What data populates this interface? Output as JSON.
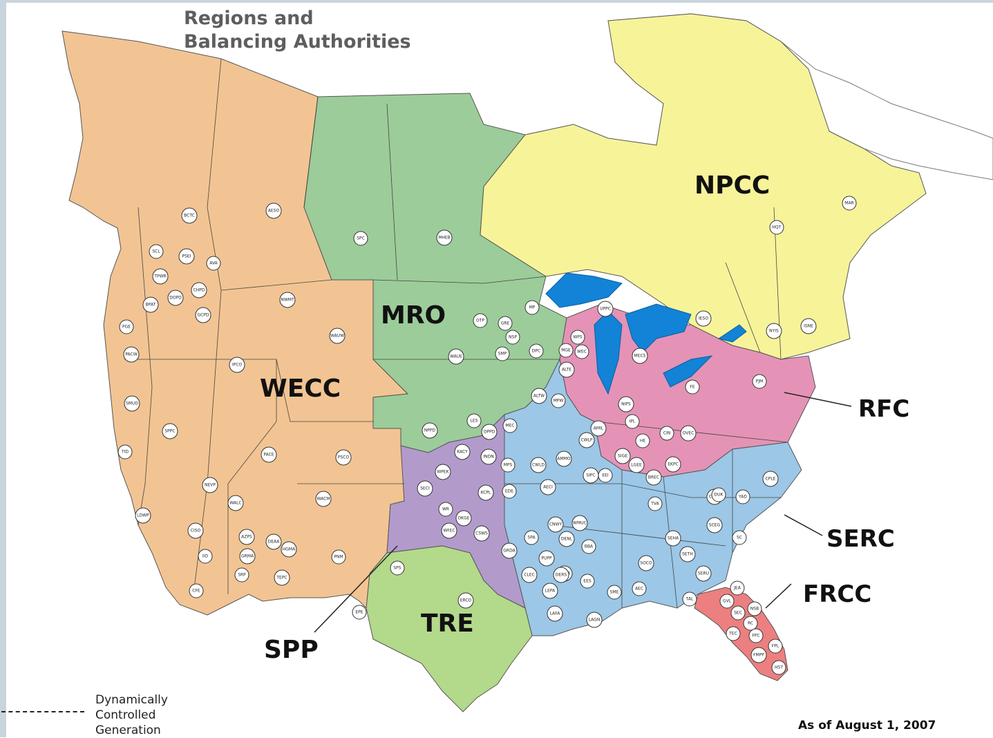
{
  "map": {
    "title_line1": "Regions and",
    "title_line2": "Balancing Authorities",
    "date_note": "As of August 1, 2007",
    "legend": {
      "line1": "Dynamically",
      "line2": "Controlled",
      "line3": "Generation"
    },
    "regions": [
      {
        "name": "WECC",
        "color": "#f2c493"
      },
      {
        "name": "MRO",
        "color": "#9ccc9a"
      },
      {
        "name": "NPCC",
        "color": "#f7f399"
      },
      {
        "name": "RFC",
        "color": "#e493b6"
      },
      {
        "name": "SERC",
        "color": "#9cc7e6"
      },
      {
        "name": "FRCC",
        "color": "#ec7f80"
      },
      {
        "name": "SPP",
        "color": "#b29bcb"
      },
      {
        "name": "TRE",
        "color": "#b3d98a"
      }
    ],
    "lakes_color": "#1283d6",
    "balancing_authorities": [
      "BCTC",
      "AESO",
      "SCL",
      "PSEI",
      "AVA",
      "TPWR",
      "CHPD",
      "DOPD",
      "BPAT",
      "GCPD",
      "NWMT",
      "PGE",
      "PACW",
      "WAUW",
      "IPCO",
      "SMUD",
      "SPPC",
      "TID",
      "PACE",
      "PSCO",
      "NEVP",
      "WALC",
      "LDWP",
      "CISO",
      "AZPS",
      "DEAA",
      "HGMA",
      "GRMA",
      "IID",
      "SRP",
      "TEPC",
      "WACM",
      "PNM",
      "CFE",
      "EPE",
      "SPC",
      "MHEB",
      "OTP",
      "GRE",
      "MP",
      "NSP",
      "WAUE",
      "SMP",
      "DPC",
      "WPS",
      "MGE",
      "WEC",
      "ALTE",
      "ALTW",
      "MPW",
      "LES",
      "OPPD",
      "MEC",
      "NPPD",
      "UPPC",
      "HQT",
      "MAR",
      "IESO",
      "NYIS",
      "ISNE",
      "MECS",
      "FE",
      "PJM",
      "NIPS",
      "IPL",
      "CIN",
      "OVEC",
      "HE",
      "SIGE",
      "LGEE",
      "EKPC",
      "KACY",
      "INDN",
      "WPEK",
      "MPS",
      "CWLD",
      "SECI",
      "KCPL",
      "EDE",
      "WR",
      "OKGE",
      "WFEC",
      "CSWS",
      "GRDA",
      "SPS",
      "AMIL",
      "CWLP",
      "AMMO",
      "SIPC",
      "EEI",
      "AECI",
      "BREC",
      "TVA",
      "CPLW",
      "DUK",
      "YAD",
      "CPLE",
      "SCEG",
      "SC",
      "SEHA",
      "SETH",
      "SOCO",
      "SERU",
      "CNWY",
      "WMUC",
      "DENL",
      "BBA",
      "SPA",
      "PUPP",
      "BUBA",
      "DERS",
      "CLEC",
      "EES",
      "SME",
      "AEC",
      "LEPA",
      "LAFA",
      "LAGN",
      "ERCO",
      "JEA",
      "TAL",
      "GVL",
      "SEC",
      "NSB",
      "RC",
      "TEC",
      "FPC",
      "FPL",
      "FMPP",
      "HST"
    ]
  }
}
